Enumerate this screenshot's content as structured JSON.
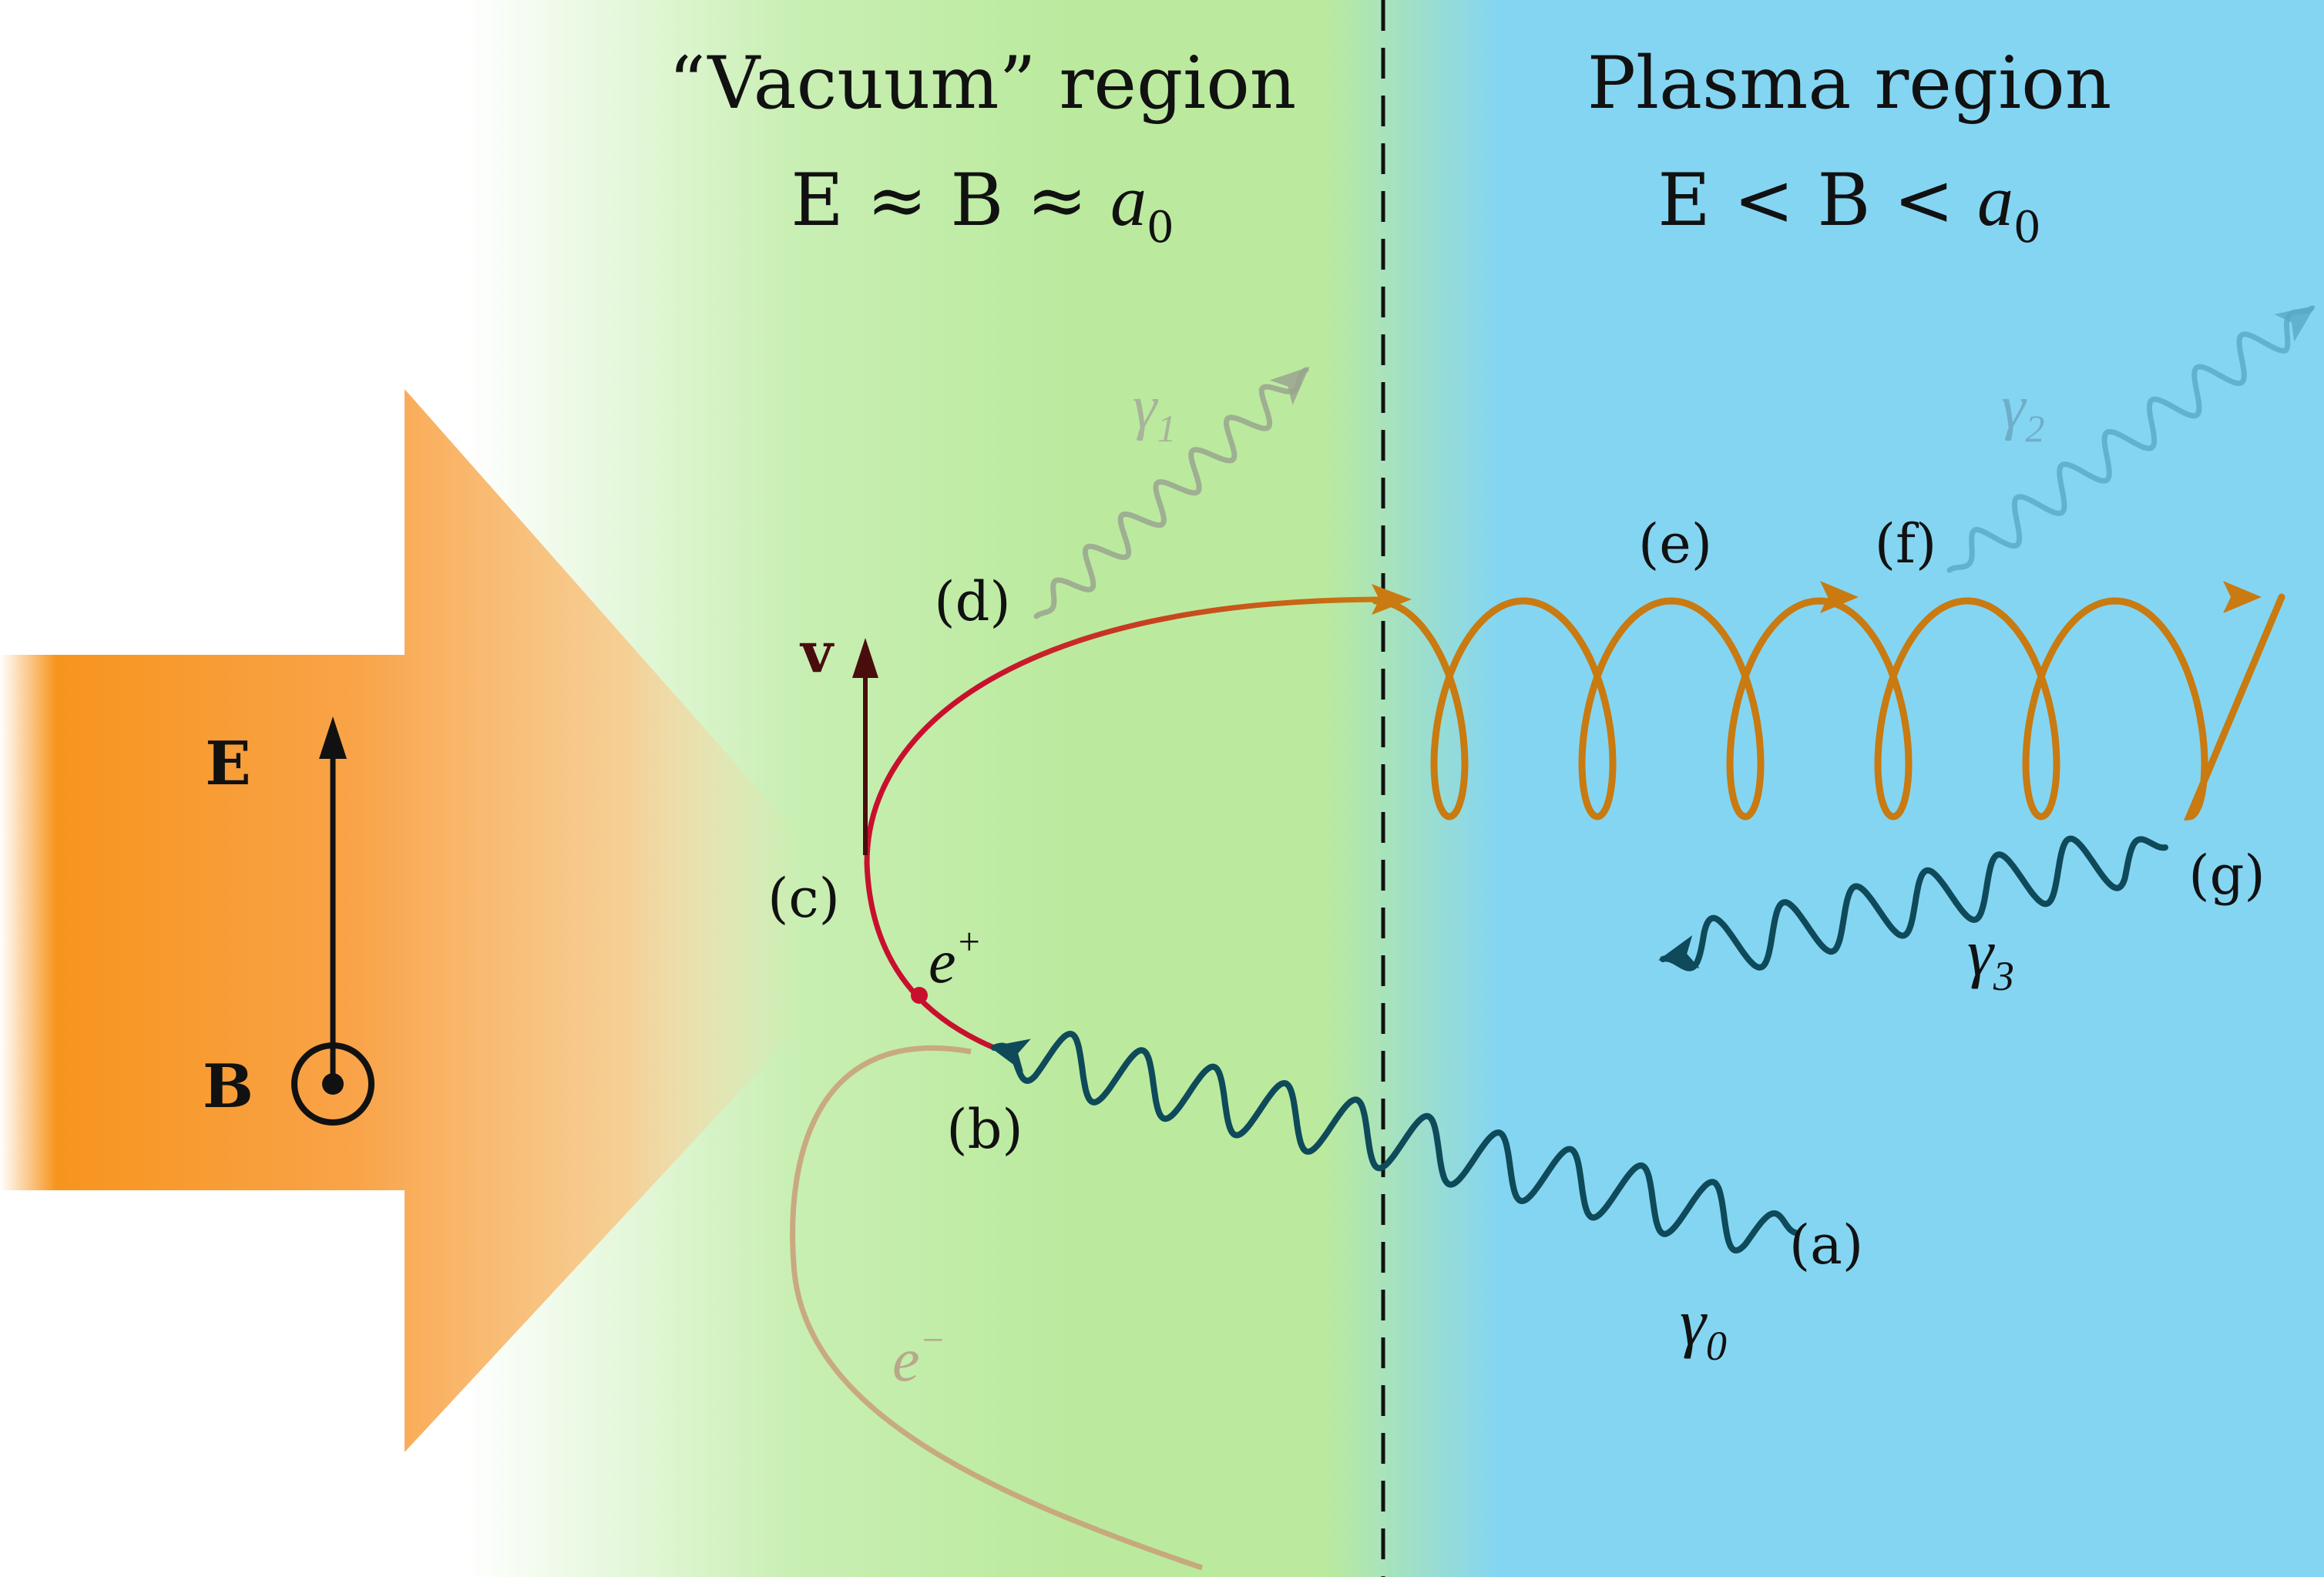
{
  "regions": {
    "vacuum": {
      "title": "“Vacuum” region",
      "condition_prefix": "E ≈ B ≈ ",
      "condition_symbol": "a",
      "condition_sub": "0"
    },
    "plasma": {
      "title": "Plasma region",
      "condition_prefix": "E < B < ",
      "condition_symbol": "a",
      "condition_sub": "0"
    }
  },
  "laser": {
    "field_e_label": "E",
    "field_b_label": "B"
  },
  "velocity_label": "v",
  "points": {
    "a": "(a)",
    "b": "(b)",
    "c": "(c)",
    "d": "(d)",
    "e": "(e)",
    "f": "(f)",
    "g": "(g)"
  },
  "particles": {
    "positron": {
      "symbol": "e",
      "sup": "+"
    },
    "electron": {
      "symbol": "e",
      "sup": "−"
    }
  },
  "photons": {
    "g0": {
      "symbol": "γ",
      "sub": "0"
    },
    "g1": {
      "symbol": "γ",
      "sub": "1"
    },
    "g2": {
      "symbol": "γ",
      "sub": "2"
    },
    "g3": {
      "symbol": "γ",
      "sub": "3"
    }
  },
  "colors": {
    "laser": "#f7941d",
    "vacuum_region": "#bbea9e",
    "plasma_region": "#84d5f2",
    "positron_track": "#c8102e",
    "spiral_track": "#c97a10",
    "photon": "#0f4a5a",
    "electron_track": "#c9a27a"
  }
}
